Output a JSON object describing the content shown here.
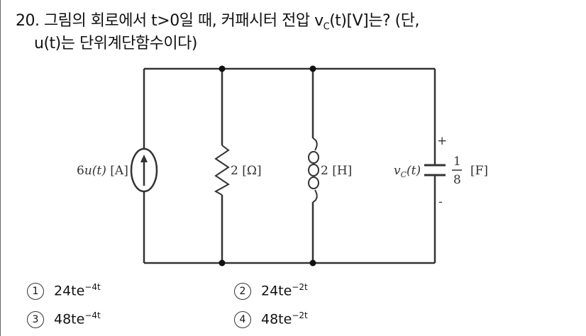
{
  "question": {
    "number": "20.",
    "text_line1_before": "그림의 회로에서 t>0일 때, 커패시터 전압 v",
    "text_line1_sub": "C",
    "text_line1_after": "(t)[V]는? (단,",
    "text_line2": "u(t)는 단위계단함수이다)"
  },
  "circuit": {
    "source_label_value": "6",
    "source_label_func": "u(t)",
    "source_label_unit": "[A]",
    "resistor_label": "2 [Ω]",
    "inductor_label": "2 [H]",
    "capacitor_voltage": "v",
    "capacitor_voltage_sub": "C",
    "capacitor_voltage_arg": "(t)",
    "capacitor_num": "1",
    "capacitor_den": "8",
    "capacitor_unit": "[F]",
    "plus": "+",
    "minus": "-"
  },
  "options": [
    {
      "num": "1",
      "base": "24te",
      "exp": "−4t"
    },
    {
      "num": "2",
      "base": "24te",
      "exp": "−2t"
    },
    {
      "num": "3",
      "base": "48te",
      "exp": "−4t"
    },
    {
      "num": "4",
      "base": "48te",
      "exp": "−2t"
    }
  ]
}
